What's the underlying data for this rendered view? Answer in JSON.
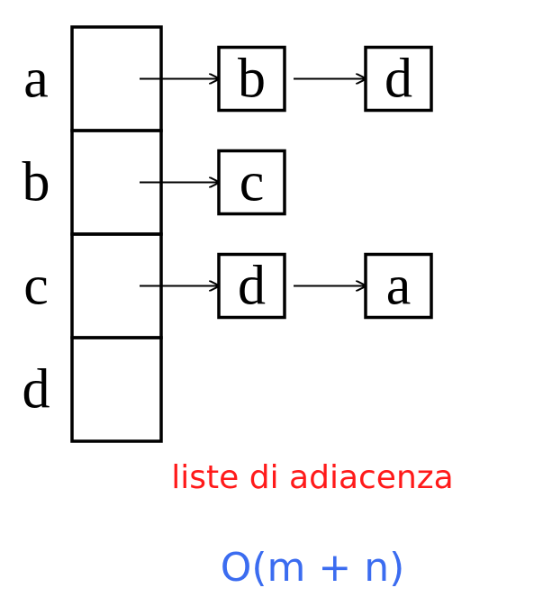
{
  "diagram": {
    "vertices": [
      {
        "label": "a",
        "neighbors": [
          "b",
          "d"
        ]
      },
      {
        "label": "b",
        "neighbors": [
          "c"
        ]
      },
      {
        "label": "c",
        "neighbors": [
          "d",
          "a"
        ]
      },
      {
        "label": "d",
        "neighbors": []
      }
    ],
    "caption": "liste di adiacenza",
    "complexity": "O(m + n)",
    "colors": {
      "stroke": "#000000",
      "caption": "#ff1a1a",
      "complexity": "#3b6cf0"
    }
  }
}
